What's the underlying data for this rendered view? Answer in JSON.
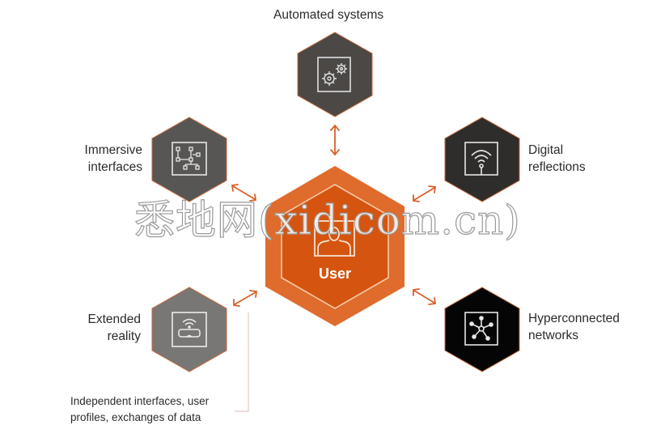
{
  "diagram": {
    "center": {
      "label": "User",
      "icon": "user-portrait-icon",
      "color": "#d75a16",
      "outer_color": "#df6c2c"
    },
    "nodes": [
      {
        "id": "automated-systems",
        "label_lines": [
          "Automated systems"
        ],
        "icon": "gears-icon",
        "color": "#4b4846",
        "label_side": "top"
      },
      {
        "id": "immersive-interfaces",
        "label_lines": [
          "Immersive",
          "interfaces"
        ],
        "icon": "flowchart-icon",
        "color": "#575655",
        "label_side": "left"
      },
      {
        "id": "digital-reflections",
        "label_lines": [
          "Digital",
          "reflections"
        ],
        "icon": "wifi-signal-icon",
        "color": "#2f2d2c",
        "label_side": "right"
      },
      {
        "id": "extended-reality",
        "label_lines": [
          "Extended",
          "reality"
        ],
        "icon": "vr-headset-icon",
        "color": "#787776",
        "label_side": "left"
      },
      {
        "id": "hyperconnected-networks",
        "label_lines": [
          "Hyperconnected",
          "networks"
        ],
        "icon": "network-hub-icon",
        "color": "#050505",
        "label_side": "right"
      }
    ],
    "connector_icon": "double-arrow-icon",
    "accent_color": "#d9602a",
    "note_lines": [
      "Independent interfaces, user",
      "profiles, exchanges of data"
    ],
    "watermark": "悉地网(xidicom.cn)"
  }
}
